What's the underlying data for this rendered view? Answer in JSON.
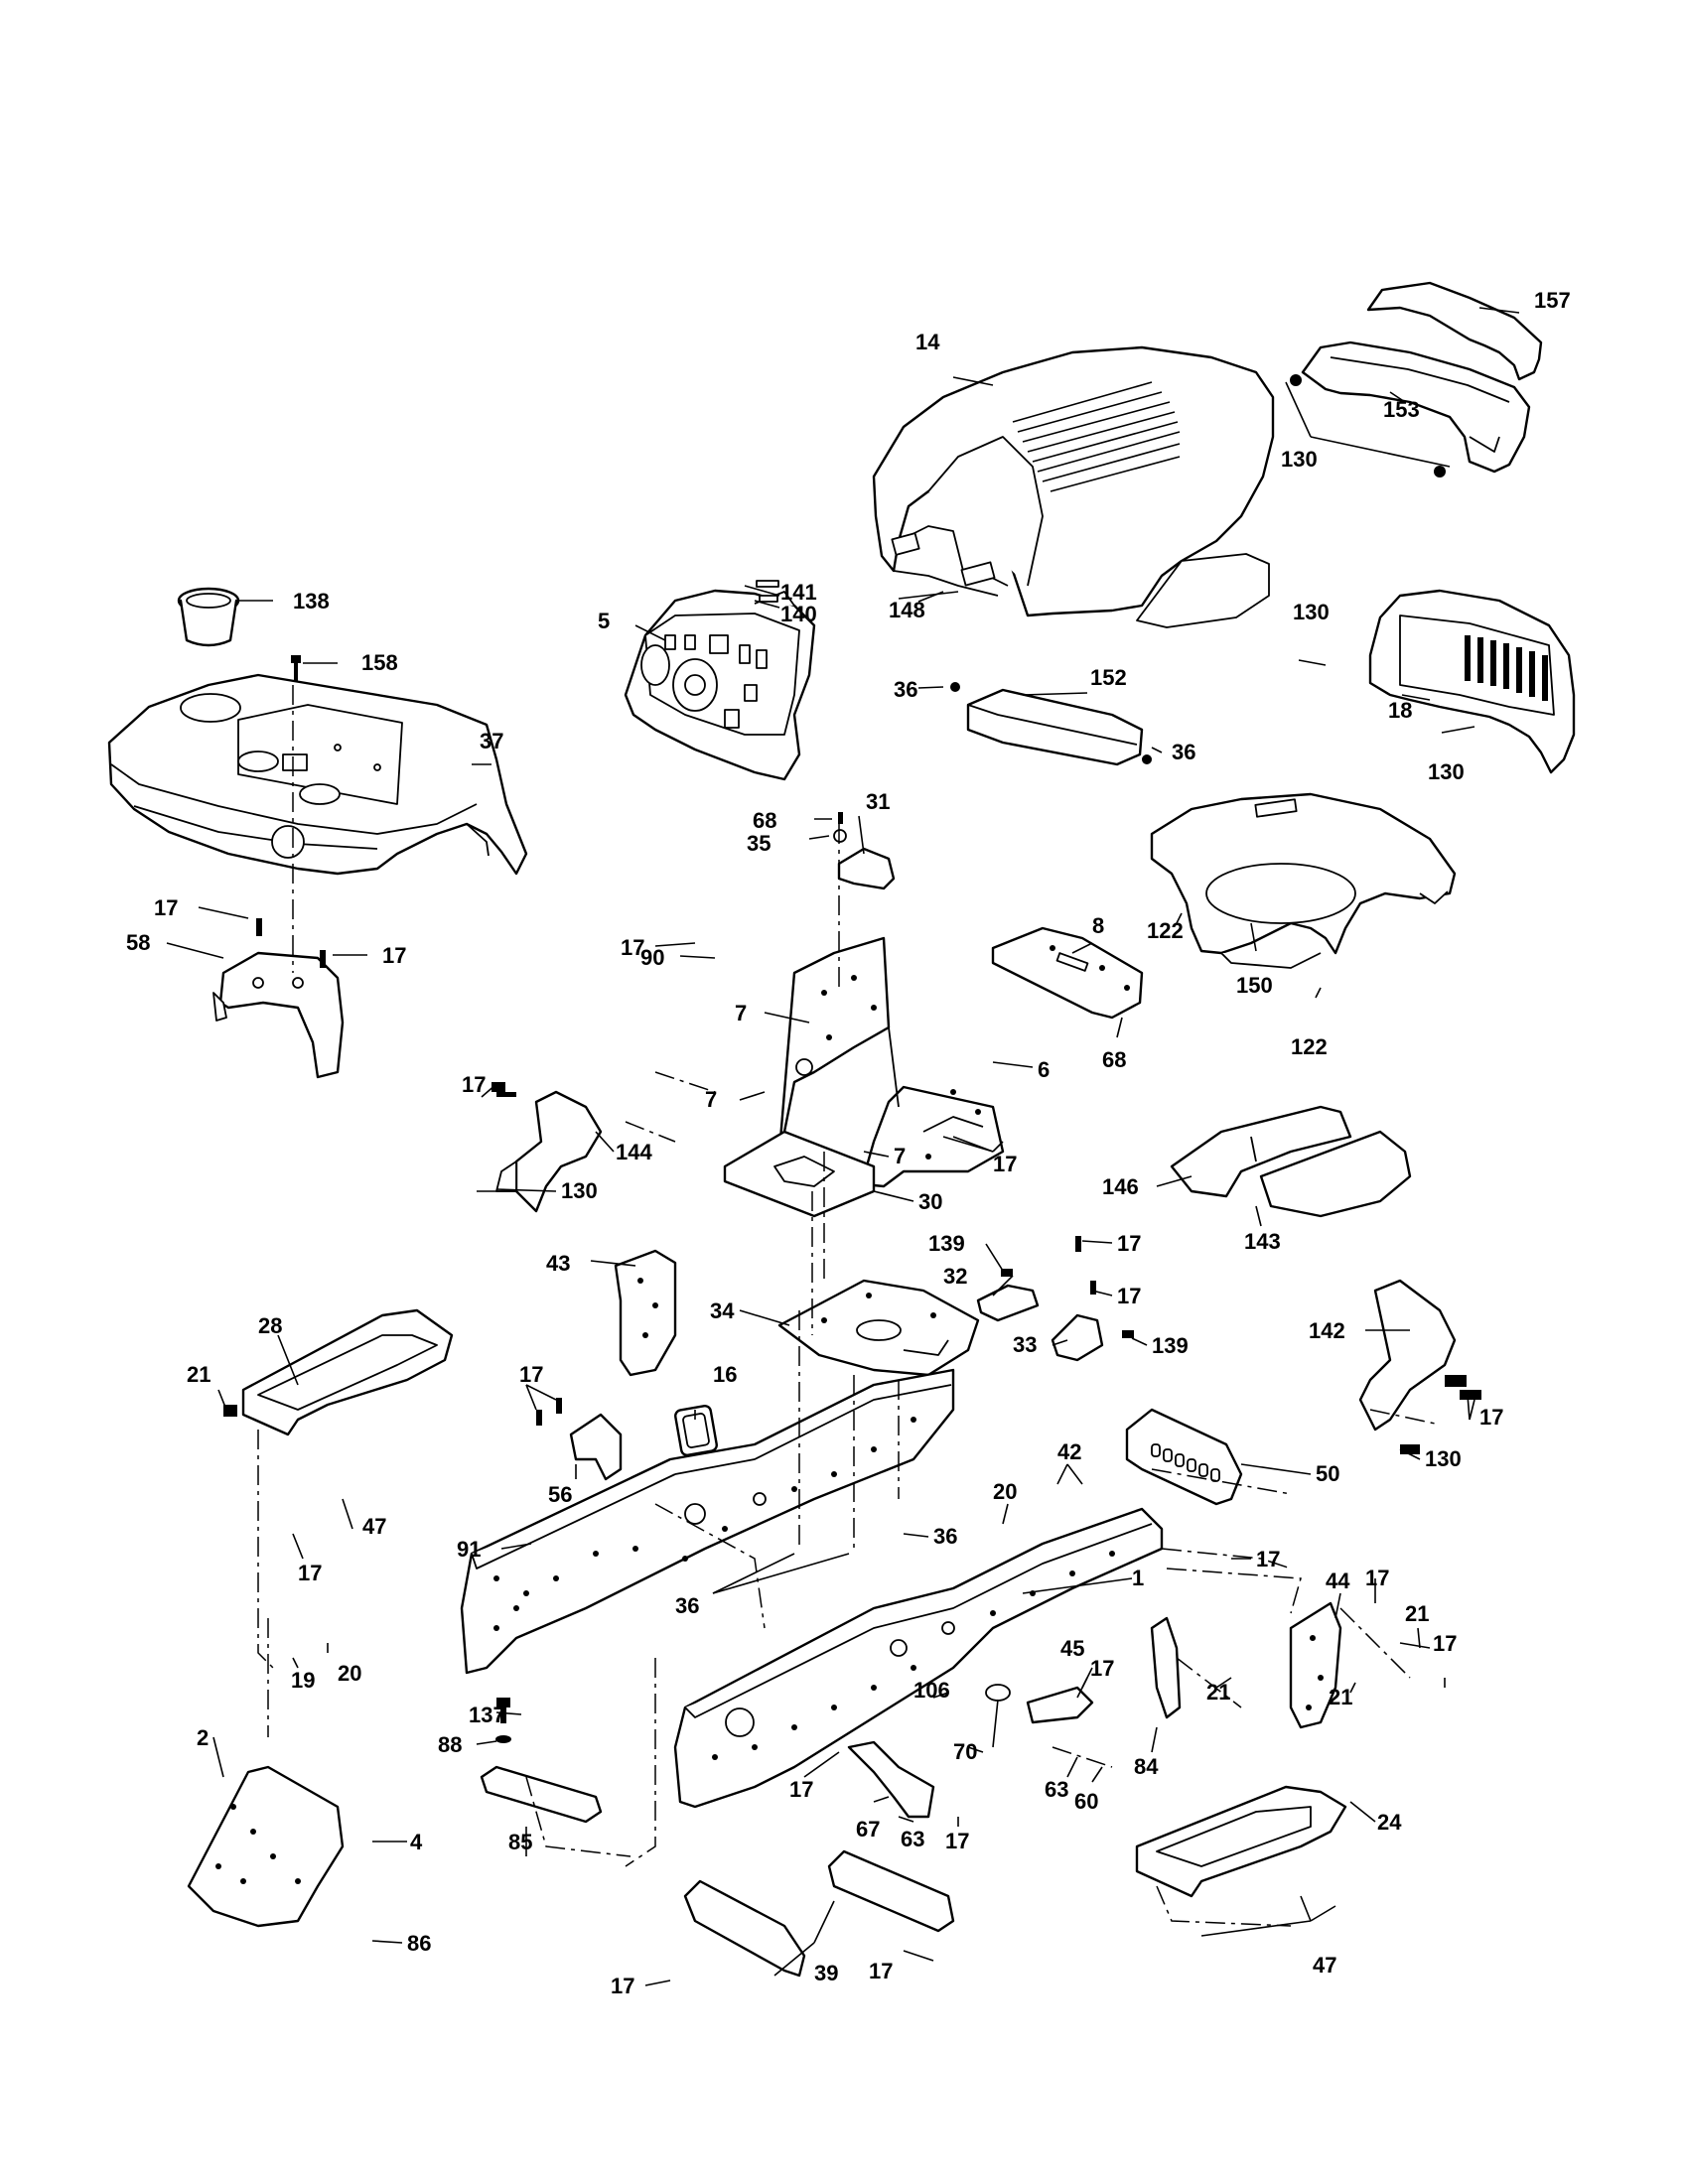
{
  "diagram": {
    "callouts": [
      {
        "id": "c157",
        "text": "157"
      },
      {
        "id": "c14",
        "text": "14"
      },
      {
        "id": "c153",
        "text": "153"
      },
      {
        "id": "c130a",
        "text": "130"
      },
      {
        "id": "c141",
        "text": "141"
      },
      {
        "id": "c140",
        "text": "140"
      },
      {
        "id": "c148",
        "text": "148"
      },
      {
        "id": "c5",
        "text": "5"
      },
      {
        "id": "c138",
        "text": "138"
      },
      {
        "id": "c158",
        "text": "158"
      },
      {
        "id": "c37",
        "text": "37"
      },
      {
        "id": "c130b",
        "text": "130"
      },
      {
        "id": "c18",
        "text": "18"
      },
      {
        "id": "c130c",
        "text": "130"
      },
      {
        "id": "c36a",
        "text": "36"
      },
      {
        "id": "c152",
        "text": "152"
      },
      {
        "id": "c36b",
        "text": "36"
      },
      {
        "id": "c68a",
        "text": "68"
      },
      {
        "id": "c31",
        "text": "31"
      },
      {
        "id": "c35",
        "text": "35"
      },
      {
        "id": "c17a",
        "text": "17"
      },
      {
        "id": "c58",
        "text": "58"
      },
      {
        "id": "c17b",
        "text": "17"
      },
      {
        "id": "c17c",
        "text": "17"
      },
      {
        "id": "c90",
        "text": "90"
      },
      {
        "id": "c8",
        "text": "8"
      },
      {
        "id": "c122a",
        "text": "122"
      },
      {
        "id": "c150",
        "text": "150"
      },
      {
        "id": "c122b",
        "text": "122"
      },
      {
        "id": "c7a",
        "text": "7"
      },
      {
        "id": "c6",
        "text": "6"
      },
      {
        "id": "c68b",
        "text": "68"
      },
      {
        "id": "c17d",
        "text": "17"
      },
      {
        "id": "c144",
        "text": "144"
      },
      {
        "id": "c7b",
        "text": "7"
      },
      {
        "id": "c7c",
        "text": "7"
      },
      {
        "id": "c17e",
        "text": "17"
      },
      {
        "id": "c130d",
        "text": "130"
      },
      {
        "id": "c30",
        "text": "30"
      },
      {
        "id": "c146",
        "text": "146"
      },
      {
        "id": "c143",
        "text": "143"
      },
      {
        "id": "c139a",
        "text": "139"
      },
      {
        "id": "c17f",
        "text": "17"
      },
      {
        "id": "c43",
        "text": "43"
      },
      {
        "id": "c32",
        "text": "32"
      },
      {
        "id": "c17g",
        "text": "17"
      },
      {
        "id": "c34",
        "text": "34"
      },
      {
        "id": "c33",
        "text": "33"
      },
      {
        "id": "c139b",
        "text": "139"
      },
      {
        "id": "c28",
        "text": "28"
      },
      {
        "id": "c142",
        "text": "142"
      },
      {
        "id": "c21a",
        "text": "21"
      },
      {
        "id": "c17h",
        "text": "17"
      },
      {
        "id": "c16",
        "text": "16"
      },
      {
        "id": "c17i",
        "text": "17"
      },
      {
        "id": "c130e",
        "text": "130"
      },
      {
        "id": "c56",
        "text": "56"
      },
      {
        "id": "c42",
        "text": "42"
      },
      {
        "id": "c50",
        "text": "50"
      },
      {
        "id": "c20a",
        "text": "20"
      },
      {
        "id": "c47a",
        "text": "47"
      },
      {
        "id": "c91",
        "text": "91"
      },
      {
        "id": "c36c",
        "text": "36"
      },
      {
        "id": "c17j",
        "text": "17"
      },
      {
        "id": "c17k",
        "text": "17"
      },
      {
        "id": "c1",
        "text": "1"
      },
      {
        "id": "c44",
        "text": "44"
      },
      {
        "id": "c17l",
        "text": "17"
      },
      {
        "id": "c36d",
        "text": "36"
      },
      {
        "id": "c21b",
        "text": "21"
      },
      {
        "id": "c17m",
        "text": "17"
      },
      {
        "id": "c20b",
        "text": "20"
      },
      {
        "id": "c19",
        "text": "19"
      },
      {
        "id": "c45",
        "text": "45"
      },
      {
        "id": "c17n",
        "text": "17"
      },
      {
        "id": "c106",
        "text": "106"
      },
      {
        "id": "c21c",
        "text": "21"
      },
      {
        "id": "c21d",
        "text": "21"
      },
      {
        "id": "c137",
        "text": "137"
      },
      {
        "id": "c88",
        "text": "88"
      },
      {
        "id": "c70",
        "text": "70"
      },
      {
        "id": "c84",
        "text": "84"
      },
      {
        "id": "c2",
        "text": "2"
      },
      {
        "id": "c17o",
        "text": "17"
      },
      {
        "id": "c63a",
        "text": "63"
      },
      {
        "id": "c60",
        "text": "60"
      },
      {
        "id": "c4",
        "text": "4"
      },
      {
        "id": "c67",
        "text": "67"
      },
      {
        "id": "c63b",
        "text": "63"
      },
      {
        "id": "c17p",
        "text": "17"
      },
      {
        "id": "c85",
        "text": "85"
      },
      {
        "id": "c24",
        "text": "24"
      },
      {
        "id": "c86",
        "text": "86"
      },
      {
        "id": "c17q",
        "text": "17"
      },
      {
        "id": "c39",
        "text": "39"
      },
      {
        "id": "c17r",
        "text": "17"
      },
      {
        "id": "c47b",
        "text": "47"
      }
    ]
  }
}
